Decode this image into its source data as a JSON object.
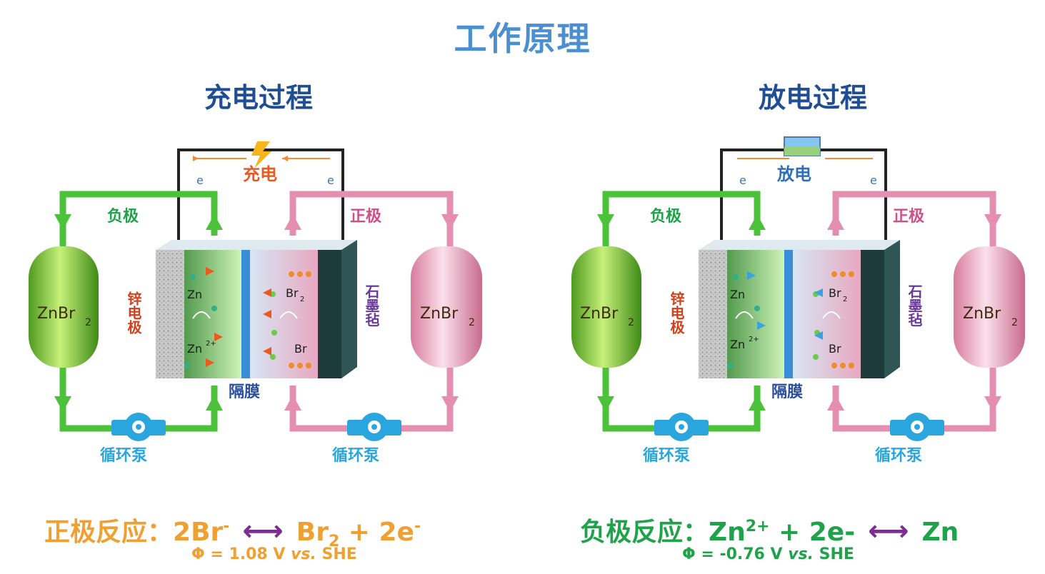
{
  "title": "工作原理",
  "panels": [
    {
      "heading": "充电过程",
      "center_label": "充电",
      "electron": "e",
      "left_pole": "负极",
      "right_pole": "正极",
      "left_tank": "ZnBr",
      "right_tank": "ZnBr",
      "sub2": "2",
      "left_electrode": "锌电极",
      "right_electrode": "石墨毡",
      "membrane": "隔膜",
      "pump": "循环泵",
      "zn": "Zn",
      "zn2": "Zn",
      "br2": "Br",
      "brm": "Br"
    },
    {
      "heading": "放电过程",
      "center_label": "放电",
      "electron": "e",
      "left_pole": "负极",
      "right_pole": "正极",
      "left_tank": "ZnBr",
      "right_tank": "ZnBr",
      "sub2": "2",
      "left_electrode": "锌电极",
      "right_electrode": "石墨毡",
      "membrane": "隔膜",
      "pump": "循环泵",
      "zn": "Zn",
      "zn2": "Zn",
      "br2": "Br",
      "brm": "Br"
    }
  ],
  "equations": {
    "left": {
      "label": "正极反应：",
      "lhs": "2Br",
      "lhs_sup": "-",
      "arrow": "⟷",
      "rhs_a": "Br",
      "rhs_sub": "2",
      "rhs_b": " + 2e",
      "rhs_sup": "-",
      "potential_a": "Φ = 1.08 V  ",
      "potential_vs": "vs.",
      "potential_b": " SHE"
    },
    "right": {
      "label": "负极反应：",
      "lhs_a": "Zn",
      "lhs_sup": "2+",
      "lhs_b": " + 2e-",
      "arrow": "⟷",
      "rhs": "Zn",
      "potential_a": "Φ = -0.76 V  ",
      "potential_vs": "vs.",
      "potential_b": " SHE"
    }
  },
  "colors": {
    "title": "#4a8fd0",
    "heading": "#1f4e95",
    "green_pipe": "#4cc23a",
    "pink_pipe": "#e58fb0",
    "pump": "#2aa5dd",
    "orange_text": "#f0a030",
    "green_text": "#1fa34a",
    "arrow": "#7a2f8f"
  }
}
